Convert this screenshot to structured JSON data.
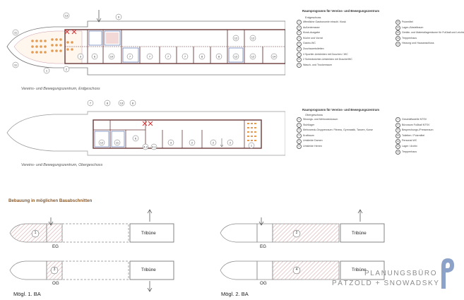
{
  "plans": {
    "eg": {
      "caption": "Vereins- und Bewegungszentrum, Erdgeschoss",
      "legend": {
        "title": "Raumprogramm für Vereins- und Bewegungszentrum",
        "subtitle": "Erdgeschoss",
        "col1": [
          {
            "num": "1",
            "text": "öffentliche Gastronomie einschl. Kiosk"
          },
          {
            "num": "2",
            "text": "Außenterrasse"
          },
          {
            "num": "3",
            "text": "Kiosk-Ausgabe"
          },
          {
            "num": "4",
            "text": "Küche und Vorrat"
          },
          {
            "num": "5",
            "text": "Gastro-WC"
          },
          {
            "num": "6",
            "text": "Zuschauertoiletten"
          },
          {
            "num": "7",
            "text": "4 Sportler-Umkleiden mit Duschen / WC"
          },
          {
            "num": "8",
            "text": "2 Schiedsrichter-Umkleiden mit Dusche/WC"
          },
          {
            "num": "9",
            "text": "Wasch- und Trockenraum"
          }
        ],
        "col2": [
          {
            "num": "10",
            "text": "Putzmittel"
          },
          {
            "num": "11",
            "text": "Lager-/Abstellraum"
          },
          {
            "num": "12",
            "text": "Geräte- und Materiallagerräume für Fußball und Leichtathletik"
          },
          {
            "num": "13",
            "text": "Treppenhaus"
          },
          {
            "num": "14",
            "text": "Heizung und Hausanschluss"
          }
        ]
      }
    },
    "og": {
      "caption": "Vereins- und Bewegungszentrum, Obergeschoss",
      "legend": {
        "title": "Raumprogramm für Vereins- und Bewegungszentrum",
        "subtitle": "Obergeschoss",
        "col1": [
          {
            "num": "1",
            "text": "Sitzungs- und Mehrzweckraum"
          },
          {
            "num": "2",
            "text": "Stuhllager"
          },
          {
            "num": "3",
            "text": "Mehrzweck-Gruppenraum: Fitness, Gymnastik, Tanzen, Kurse"
          },
          {
            "num": "4",
            "text": "Kraftraum"
          },
          {
            "num": "5",
            "text": "Umkleide Damen"
          },
          {
            "num": "6",
            "text": "Umkleide Herren"
          }
        ],
        "col2": [
          {
            "num": "7",
            "text": "Geschäftsstelle NTSV"
          },
          {
            "num": "8",
            "text": "Büroraum Fußball NTSV"
          },
          {
            "num": "9",
            "text": "Besprechungs-/Presseraum"
          },
          {
            "num": "10",
            "text": "Toiletten / Putzmittel"
          },
          {
            "num": "11",
            "text": "Personal-WC"
          },
          {
            "num": "12",
            "text": "Lager / Archiv"
          },
          {
            "num": "13",
            "text": "Treppenhaus"
          }
        ]
      }
    }
  },
  "phases": {
    "title": "Bebauung in möglichen Bauabschnitten",
    "tribune_label": "Tribüne",
    "level_eg": "EG",
    "level_og": "OG",
    "phase1_label": "Mögl. 1. BA",
    "phase2_label": "Mögl. 2. BA",
    "p1_eg_zone": "1",
    "p1_og_zone": "3",
    "p2_eg_zone": "2",
    "p2_og_zone": "4"
  },
  "brand": {
    "line1": "PLANUNGSBÜRO",
    "line2": "PÄTZOLD + SNOWADSKY",
    "color": "#8c8c8c"
  },
  "colors": {
    "wall": "#6b3a3a",
    "hatch": "#c98585",
    "seating": "#e39b54",
    "wet_blue": "#3e5fa8"
  }
}
